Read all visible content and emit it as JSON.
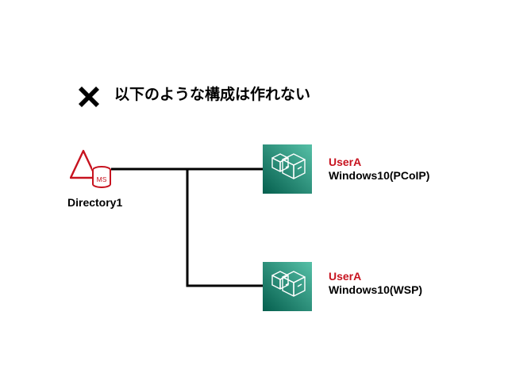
{
  "heading": {
    "text": "以下のような構成は作れない",
    "icon": "cross-mark-icon"
  },
  "directory": {
    "label": "Directory1",
    "badge": "MS",
    "icon": "ms-directory-icon"
  },
  "workspaces": [
    {
      "user": "UserA",
      "name": "Windows10(PCoIP)",
      "icon": "workspaces-icon"
    },
    {
      "user": "UserA",
      "name": "Windows10(WSP)",
      "icon": "workspaces-icon"
    }
  ],
  "colors": {
    "accent_red": "#c7131f",
    "line": "#000000",
    "workspace_gradient_start": "#055f4e",
    "workspace_gradient_end": "#56c0a7"
  }
}
